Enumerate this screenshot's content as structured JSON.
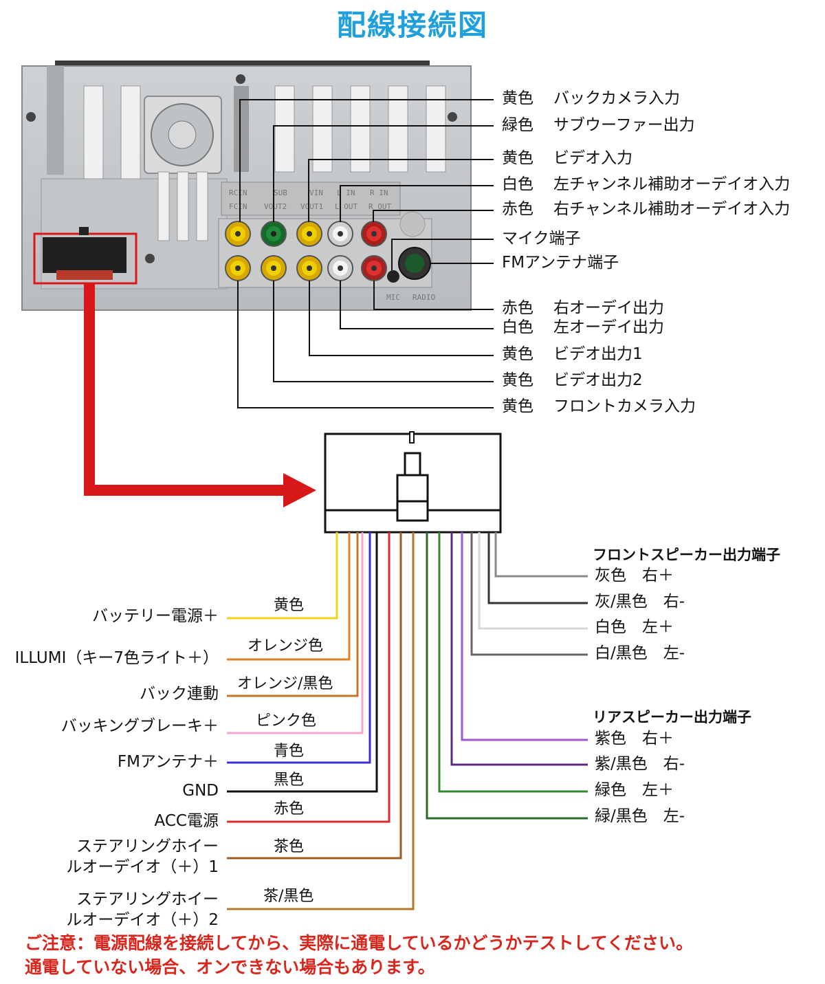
{
  "title": "配線接続図",
  "unit_panel": {
    "top_labels": [
      "RCIN",
      "SUB",
      "VIN",
      "L IN",
      "R IN"
    ],
    "bottom_labels": [
      "FCIN",
      "VOUT2",
      "VOUT1",
      "L OUT",
      "R OUT"
    ],
    "side_labels": [
      "MIC",
      "RADIO"
    ]
  },
  "rca_labels": [
    {
      "color_name": "黄色",
      "text": "バックカメラ入力"
    },
    {
      "color_name": "緑色",
      "text": "サブウーファー出力"
    },
    {
      "color_name": "黄色",
      "text": "ビデオ入力"
    },
    {
      "color_name": "白色",
      "text": "左チャンネル補助オーデイオ入力"
    },
    {
      "color_name": "赤色",
      "text": "右チャンネル補助オーデイオ入力"
    },
    {
      "color_name": "",
      "text": "マイク端子"
    },
    {
      "color_name": "",
      "text": "FMアンテナ端子"
    },
    {
      "color_name": "赤色",
      "text": "右オーデイ出力"
    },
    {
      "color_name": "白色",
      "text": "左オーデイ出力"
    },
    {
      "color_name": "黄色",
      "text": "ビデオ出力1"
    },
    {
      "color_name": "黄色",
      "text": "ビデオ出力2"
    },
    {
      "color_name": "黄色",
      "text": "フロントカメラ入力"
    }
  ],
  "left_wires": [
    {
      "color_name": "黄色",
      "function": "バッテリー電源＋",
      "hex": "#f2d31b"
    },
    {
      "color_name": "オレンジ色",
      "function": "ILLUMI（キー7色ライト＋）",
      "hex": "#e67e22"
    },
    {
      "color_name": "オレンジ/黒色",
      "function": "バック連動",
      "hex": "#c07a2a"
    },
    {
      "color_name": "ピンク色",
      "function": "バッキングブレーキ＋",
      "hex": "#f4a6d2"
    },
    {
      "color_name": "青色",
      "function": "FMアンテナ＋",
      "hex": "#3b2fd6"
    },
    {
      "color_name": "黒色",
      "function": "GND",
      "hex": "#111111"
    },
    {
      "color_name": "赤色",
      "function": "ACC電源",
      "hex": "#d92b2b"
    },
    {
      "color_name": "茶色",
      "function_lines": [
        "ステアリングホイー",
        "ルオーデイオ（＋）1"
      ],
      "hex": "#9a5b22"
    },
    {
      "color_name": "茶/黒色",
      "function_lines": [
        "ステアリングホイー",
        "ルオーデイオ（＋）2"
      ],
      "hex": "#b07a2a"
    }
  ],
  "front_speaker": {
    "header": "フロントスピーカー出力端子",
    "wires": [
      {
        "label": "灰色　右＋",
        "hex": "#8a8a8a"
      },
      {
        "label": "灰/黒色　右-",
        "hex": "#333333"
      },
      {
        "label": "白色　左＋",
        "hex": "#d8d8d8"
      },
      {
        "label": "白/黒色　左-",
        "hex": "#666666"
      }
    ]
  },
  "rear_speaker": {
    "header": "リアスピーカー出力端子",
    "wires": [
      {
        "label": "紫色　右＋",
        "hex": "#9b59d0"
      },
      {
        "label": "紫/黒色　右-",
        "hex": "#5b2a80"
      },
      {
        "label": "緑色　左＋",
        "hex": "#2e8b2e"
      },
      {
        "label": "緑/黒色　左-",
        "hex": "#2a6a2a"
      }
    ]
  },
  "notice": {
    "line1": "ご注意：電源配線を接続してから、実際に通電しているかどうかテストしてください。",
    "line2": "通電していない場合、オンできない場合もあります。"
  },
  "colors": {
    "title": "#1fa0dc",
    "arrow": "#d81818",
    "notice": "#d9261c",
    "rca_yellow": "#f0d000",
    "rca_green": "#1f8a3a",
    "rca_white": "#f4f4f4",
    "rca_red": "#e03030"
  }
}
